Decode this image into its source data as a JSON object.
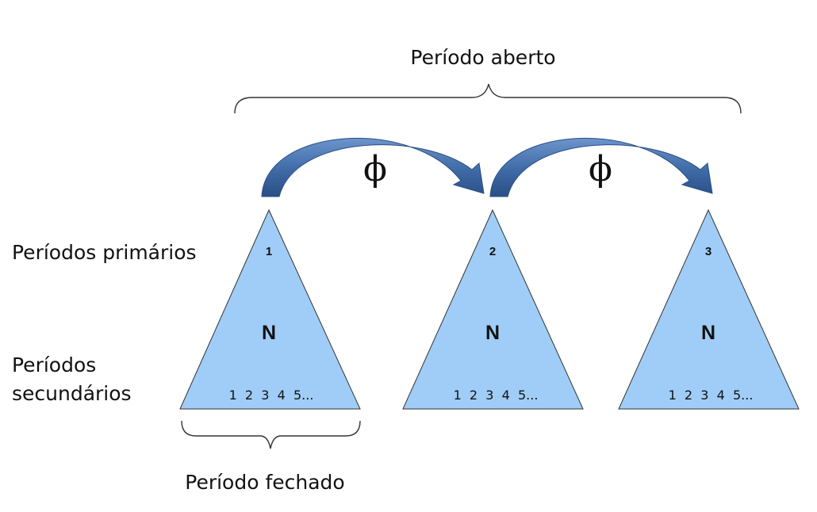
{
  "open_period_label": "Período aberto",
  "closed_period_label": "Período fechado",
  "primary_periods_label": "Períodos primários",
  "secondary_periods_label_line1": "Períodos",
  "secondary_periods_label_line2": "secundários",
  "transition_symbol": "ϕ",
  "triangle_center_label": "N",
  "secondary_sequence": "1  2  3  4  5...",
  "triangles": [
    {
      "number": "1"
    },
    {
      "number": "2"
    },
    {
      "number": "3"
    }
  ],
  "colors": {
    "triangle_fill": "#9fcdf7",
    "arrow_fill": "#3e6aa6",
    "arrow_dark": "#2b4f86",
    "line": "#333333"
  }
}
